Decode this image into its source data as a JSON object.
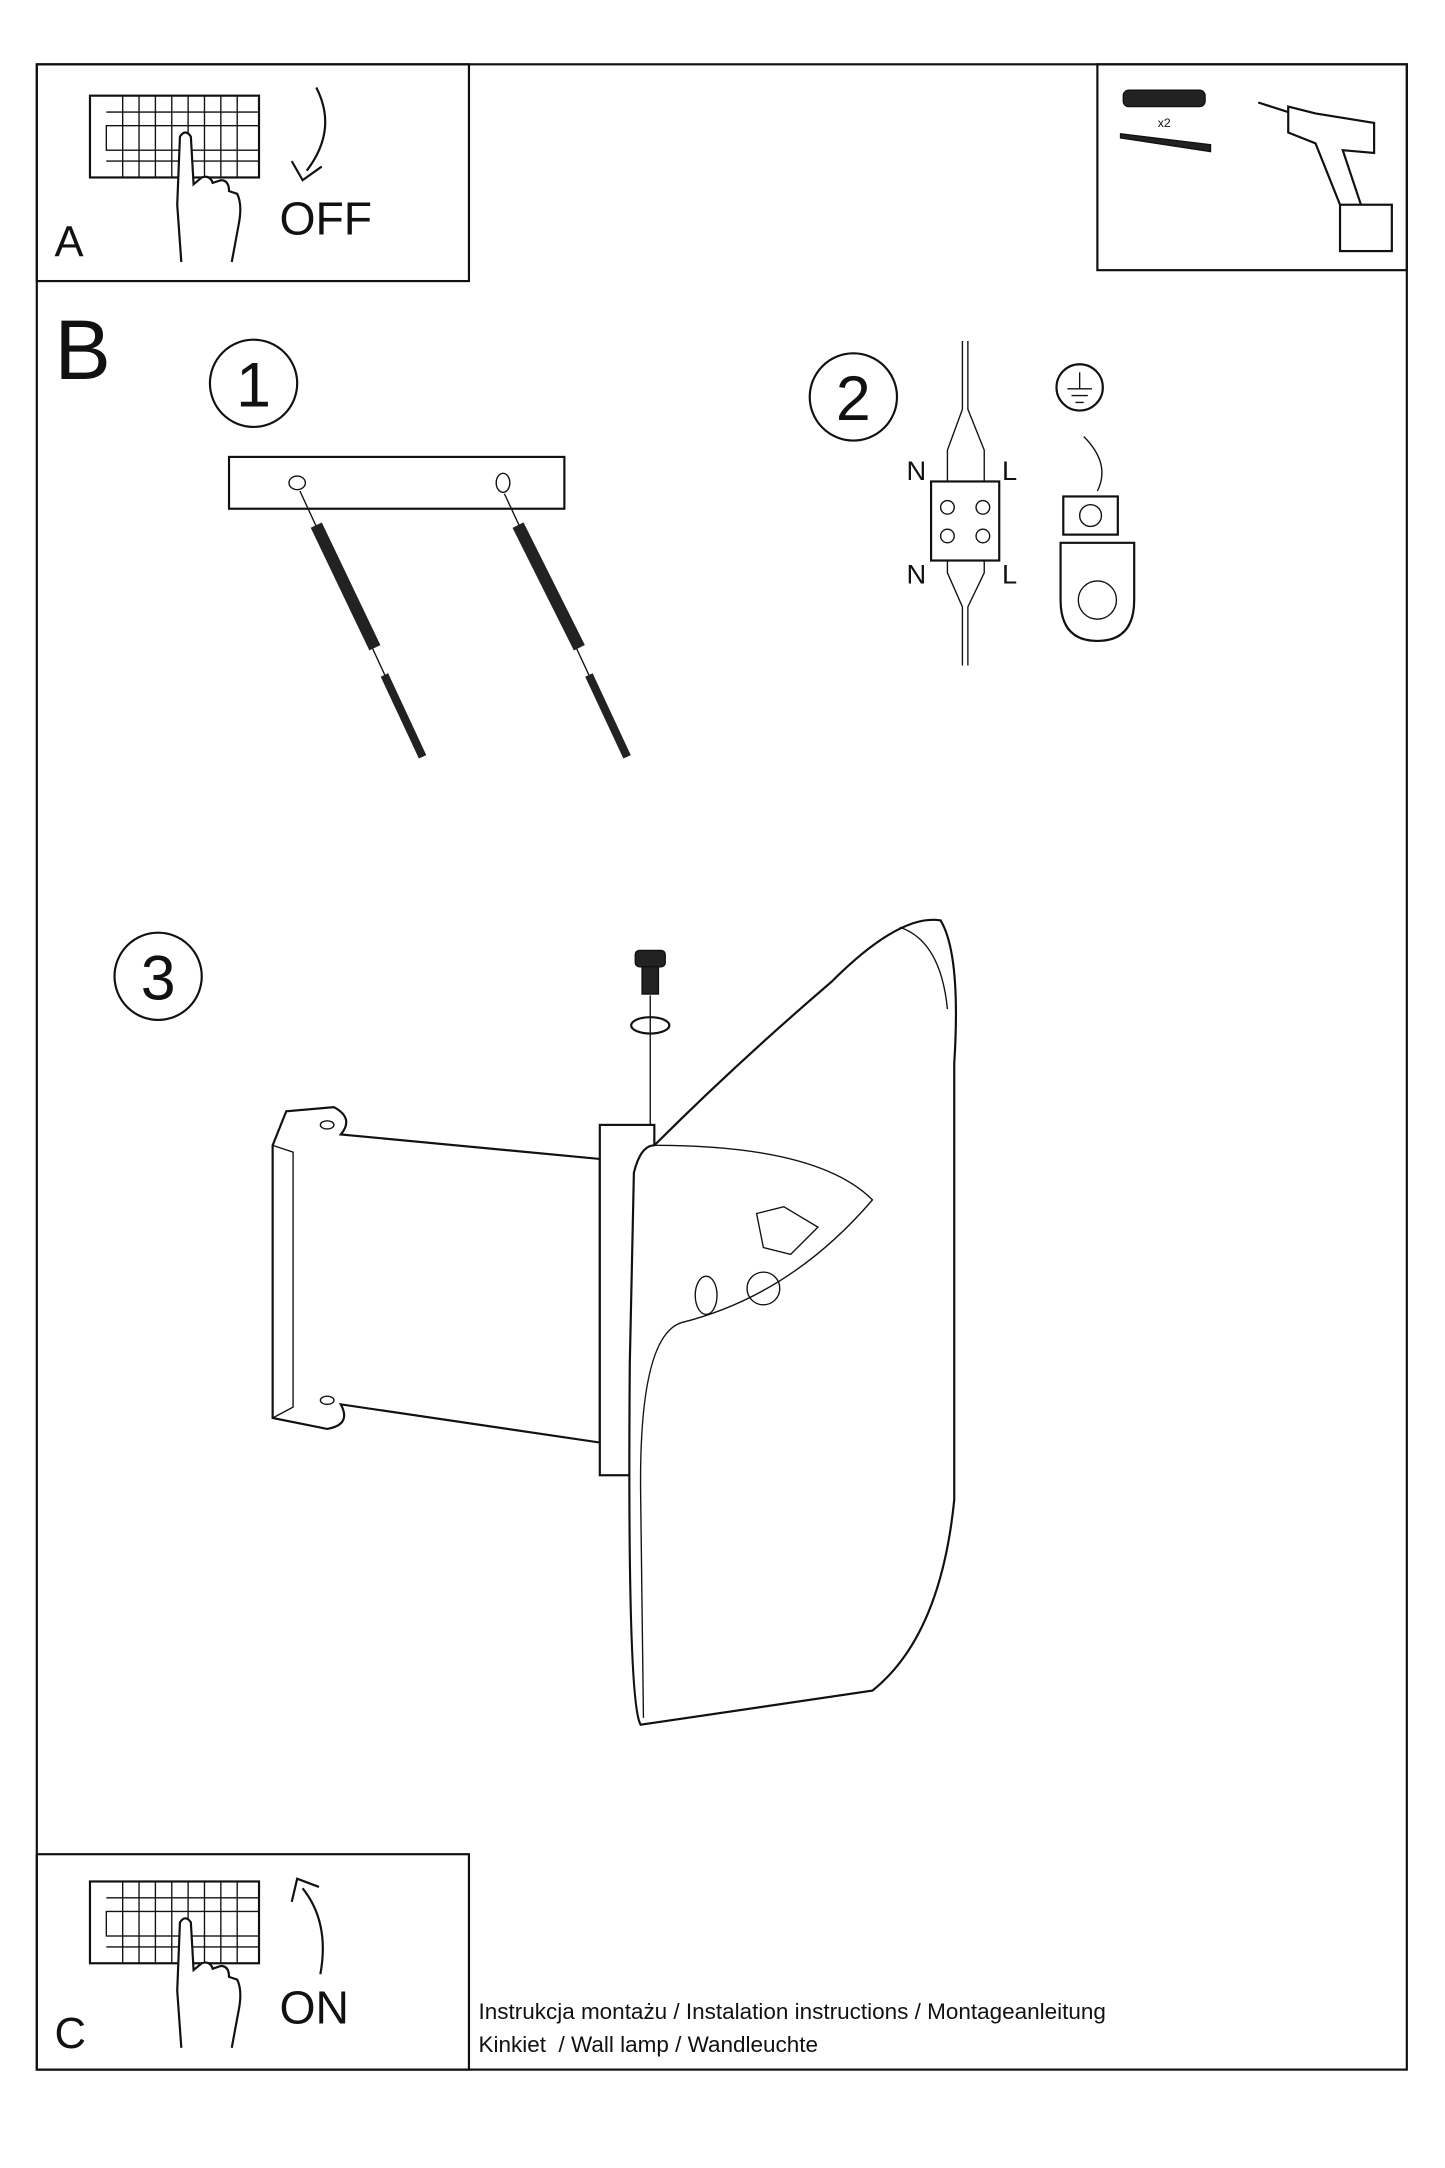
{
  "panel_a": {
    "letter": "A",
    "switch_label": "OFF"
  },
  "tools": {
    "quantity": "x2"
  },
  "panel_b": {
    "letter": "B",
    "steps": [
      "1",
      "2",
      "3"
    ],
    "wiring": {
      "top_left": "N",
      "top_right": "L",
      "bottom_left": "N",
      "bottom_right": "L"
    }
  },
  "panel_c": {
    "letter": "C",
    "switch_label": "ON"
  },
  "footer": {
    "line1": "Instrukcja montażu / Instalation instructions / Montageanleitung",
    "line2": "Kinkiet  / Wall lamp / Wandleuchte"
  }
}
